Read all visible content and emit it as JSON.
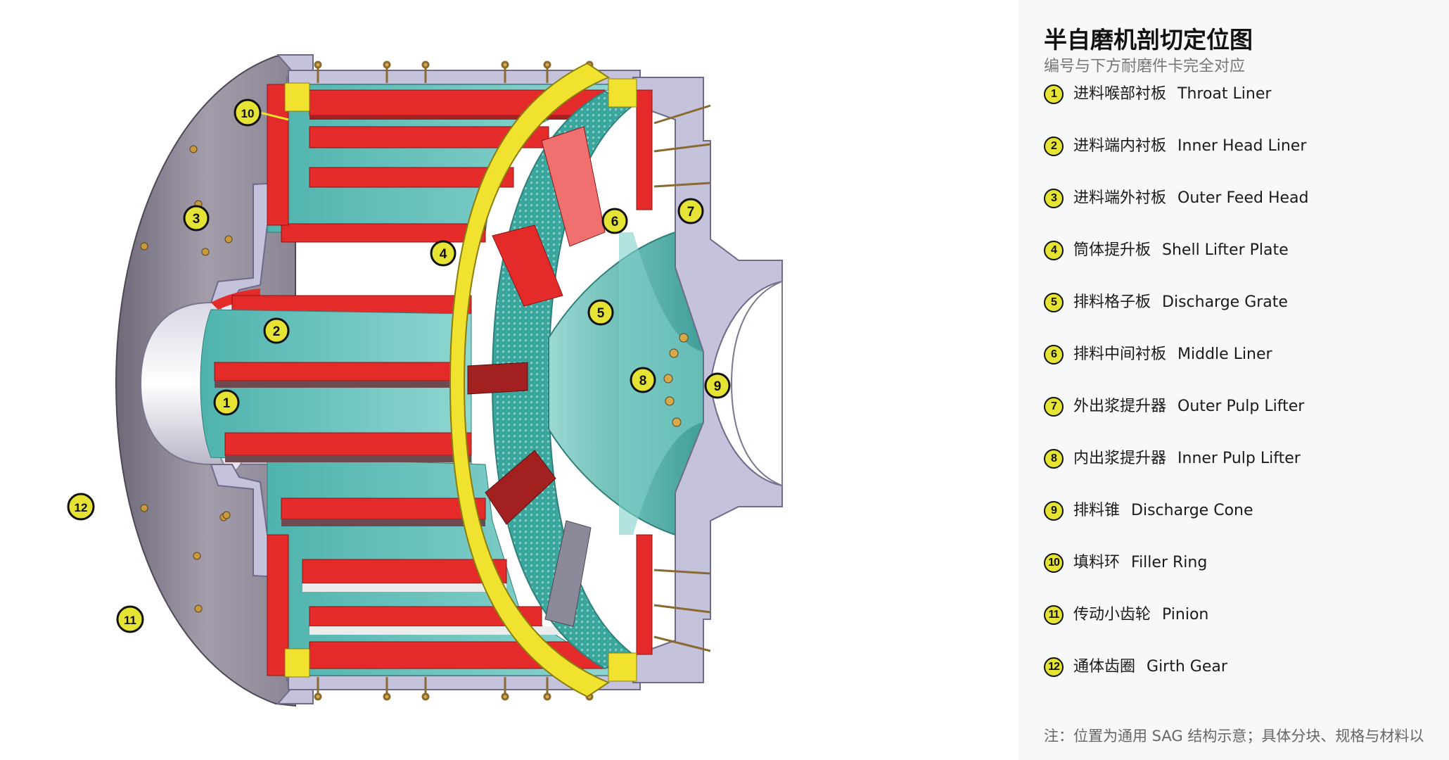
{
  "panel": {
    "title": "半自磨机剖切定位图",
    "subtitle": "编号与下方耐磨件卡完全对应",
    "note": "注：位置为通用 SAG 结构示意；具体分块、规格与材料以",
    "items": [
      {
        "num": "1",
        "zh": "进料喉部衬板",
        "en": "Throat Liner"
      },
      {
        "num": "2",
        "zh": "进料端内衬板",
        "en": "Inner Head Liner"
      },
      {
        "num": "3",
        "zh": "进料端外衬板",
        "en": "Outer Feed Head"
      },
      {
        "num": "4",
        "zh": "筒体提升板",
        "en": "Shell Lifter Plate"
      },
      {
        "num": "5",
        "zh": "排料格子板",
        "en": "Discharge Grate"
      },
      {
        "num": "6",
        "zh": "排料中间衬板",
        "en": "Middle Liner"
      },
      {
        "num": "7",
        "zh": "外出浆提升器",
        "en": "Outer Pulp Lifter"
      },
      {
        "num": "8",
        "zh": "内出浆提升器",
        "en": "Inner Pulp Lifter"
      },
      {
        "num": "9",
        "zh": "排料锥",
        "en": "Discharge Cone"
      },
      {
        "num": "10",
        "zh": "填料环",
        "en": "Filler Ring"
      },
      {
        "num": "11",
        "zh": "传动小齿轮",
        "en": "Pinion"
      },
      {
        "num": "12",
        "zh": "通体齿圈",
        "en": "Girth Gear"
      }
    ]
  },
  "diagram": {
    "markers": [
      "1",
      "2",
      "3",
      "4",
      "5",
      "6",
      "7",
      "8",
      "9",
      "10",
      "11",
      "12"
    ],
    "colors": {
      "liner_red": "#e52a2a",
      "liner_teal": "#5fc1bc",
      "grate_teal": "#3aa79f",
      "filler_yellow": "#f2e230",
      "shell_lavender": "#c5c2dc",
      "gear_gray": "#8a8494",
      "marker_yellow": "#e5e334"
    }
  }
}
